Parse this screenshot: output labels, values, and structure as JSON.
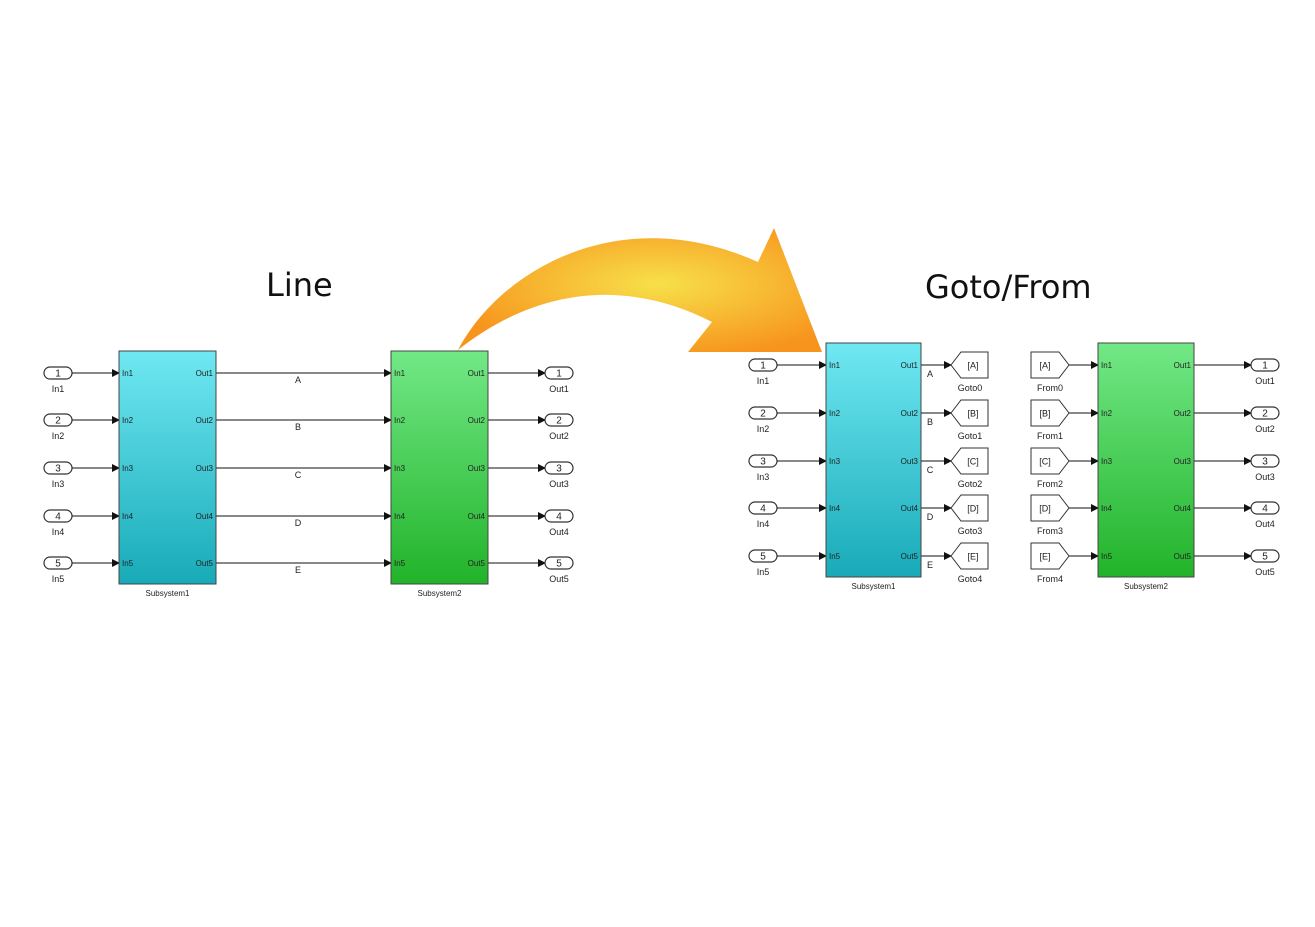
{
  "titles": {
    "left": "Line",
    "right": "Goto/From"
  },
  "colors": {
    "subsystem1_top": "#6fe8f2",
    "subsystem1_bottom": "#18aab8",
    "subsystem2_top": "#72e886",
    "subsystem2_bottom": "#22b32a",
    "arrow_start": "#f7e04a",
    "arrow_end": "#f7941d"
  },
  "line_diagram": {
    "inports": [
      "1",
      "2",
      "3",
      "4",
      "5"
    ],
    "inport_labels": [
      "In1",
      "In2",
      "In3",
      "In4",
      "In5"
    ],
    "subsystem1": {
      "name": "Subsystem1",
      "inputs": [
        "In1",
        "In2",
        "In3",
        "In4",
        "In5"
      ],
      "outputs": [
        "Out1",
        "Out2",
        "Out3",
        "Out4",
        "Out5"
      ]
    },
    "signals": [
      "A",
      "B",
      "C",
      "D",
      "E"
    ],
    "subsystem2": {
      "name": "Subsystem2",
      "inputs": [
        "In1",
        "In2",
        "In3",
        "In4",
        "In5"
      ],
      "outputs": [
        "Out1",
        "Out2",
        "Out3",
        "Out4",
        "Out5"
      ]
    },
    "outports": [
      "1",
      "2",
      "3",
      "4",
      "5"
    ],
    "outport_labels": [
      "Out1",
      "Out2",
      "Out3",
      "Out4",
      "Out5"
    ]
  },
  "goto_diagram": {
    "inports": [
      "1",
      "2",
      "3",
      "4",
      "5"
    ],
    "inport_labels": [
      "In1",
      "In2",
      "In3",
      "In4",
      "In5"
    ],
    "subsystem1": {
      "name": "Subsystem1",
      "inputs": [
        "In1",
        "In2",
        "In3",
        "In4",
        "In5"
      ],
      "outputs": [
        "Out1",
        "Out2",
        "Out3",
        "Out4",
        "Out5"
      ]
    },
    "signals": [
      "A",
      "B",
      "C",
      "D",
      "E"
    ],
    "gotos": [
      "[A]",
      "[B]",
      "[C]",
      "[D]",
      "[E]"
    ],
    "goto_labels": [
      "Goto0",
      "Goto1",
      "Goto2",
      "Goto3",
      "Goto4"
    ],
    "froms": [
      "[A]",
      "[B]",
      "[C]",
      "[D]",
      "[E]"
    ],
    "from_labels": [
      "From0",
      "From1",
      "From2",
      "From3",
      "From4"
    ],
    "subsystem2": {
      "name": "Subsystem2",
      "inputs": [
        "In1",
        "In2",
        "In3",
        "In4",
        "In5"
      ],
      "outputs": [
        "Out1",
        "Out2",
        "Out3",
        "Out4",
        "Out5"
      ]
    },
    "outports": [
      "1",
      "2",
      "3",
      "4",
      "5"
    ],
    "outport_labels": [
      "Out1",
      "Out2",
      "Out3",
      "Out4",
      "Out5"
    ]
  }
}
